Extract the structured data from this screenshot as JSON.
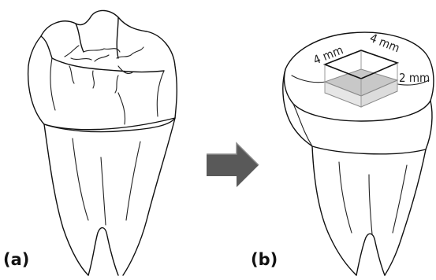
{
  "panels": {
    "left": {
      "label": "(a)"
    },
    "right": {
      "label": "(b)"
    }
  },
  "cavity": {
    "width_label": "4 mm",
    "length_label": "4 mm",
    "depth_label": "2 mm"
  },
  "colors": {
    "arrow_fill": "#595959",
    "cavity_floor": "#c8c8c8",
    "cavity_wall": "#e6e6e6",
    "outline": "#111111"
  },
  "icons": [
    "tooth-icon",
    "right-arrow-icon"
  ]
}
